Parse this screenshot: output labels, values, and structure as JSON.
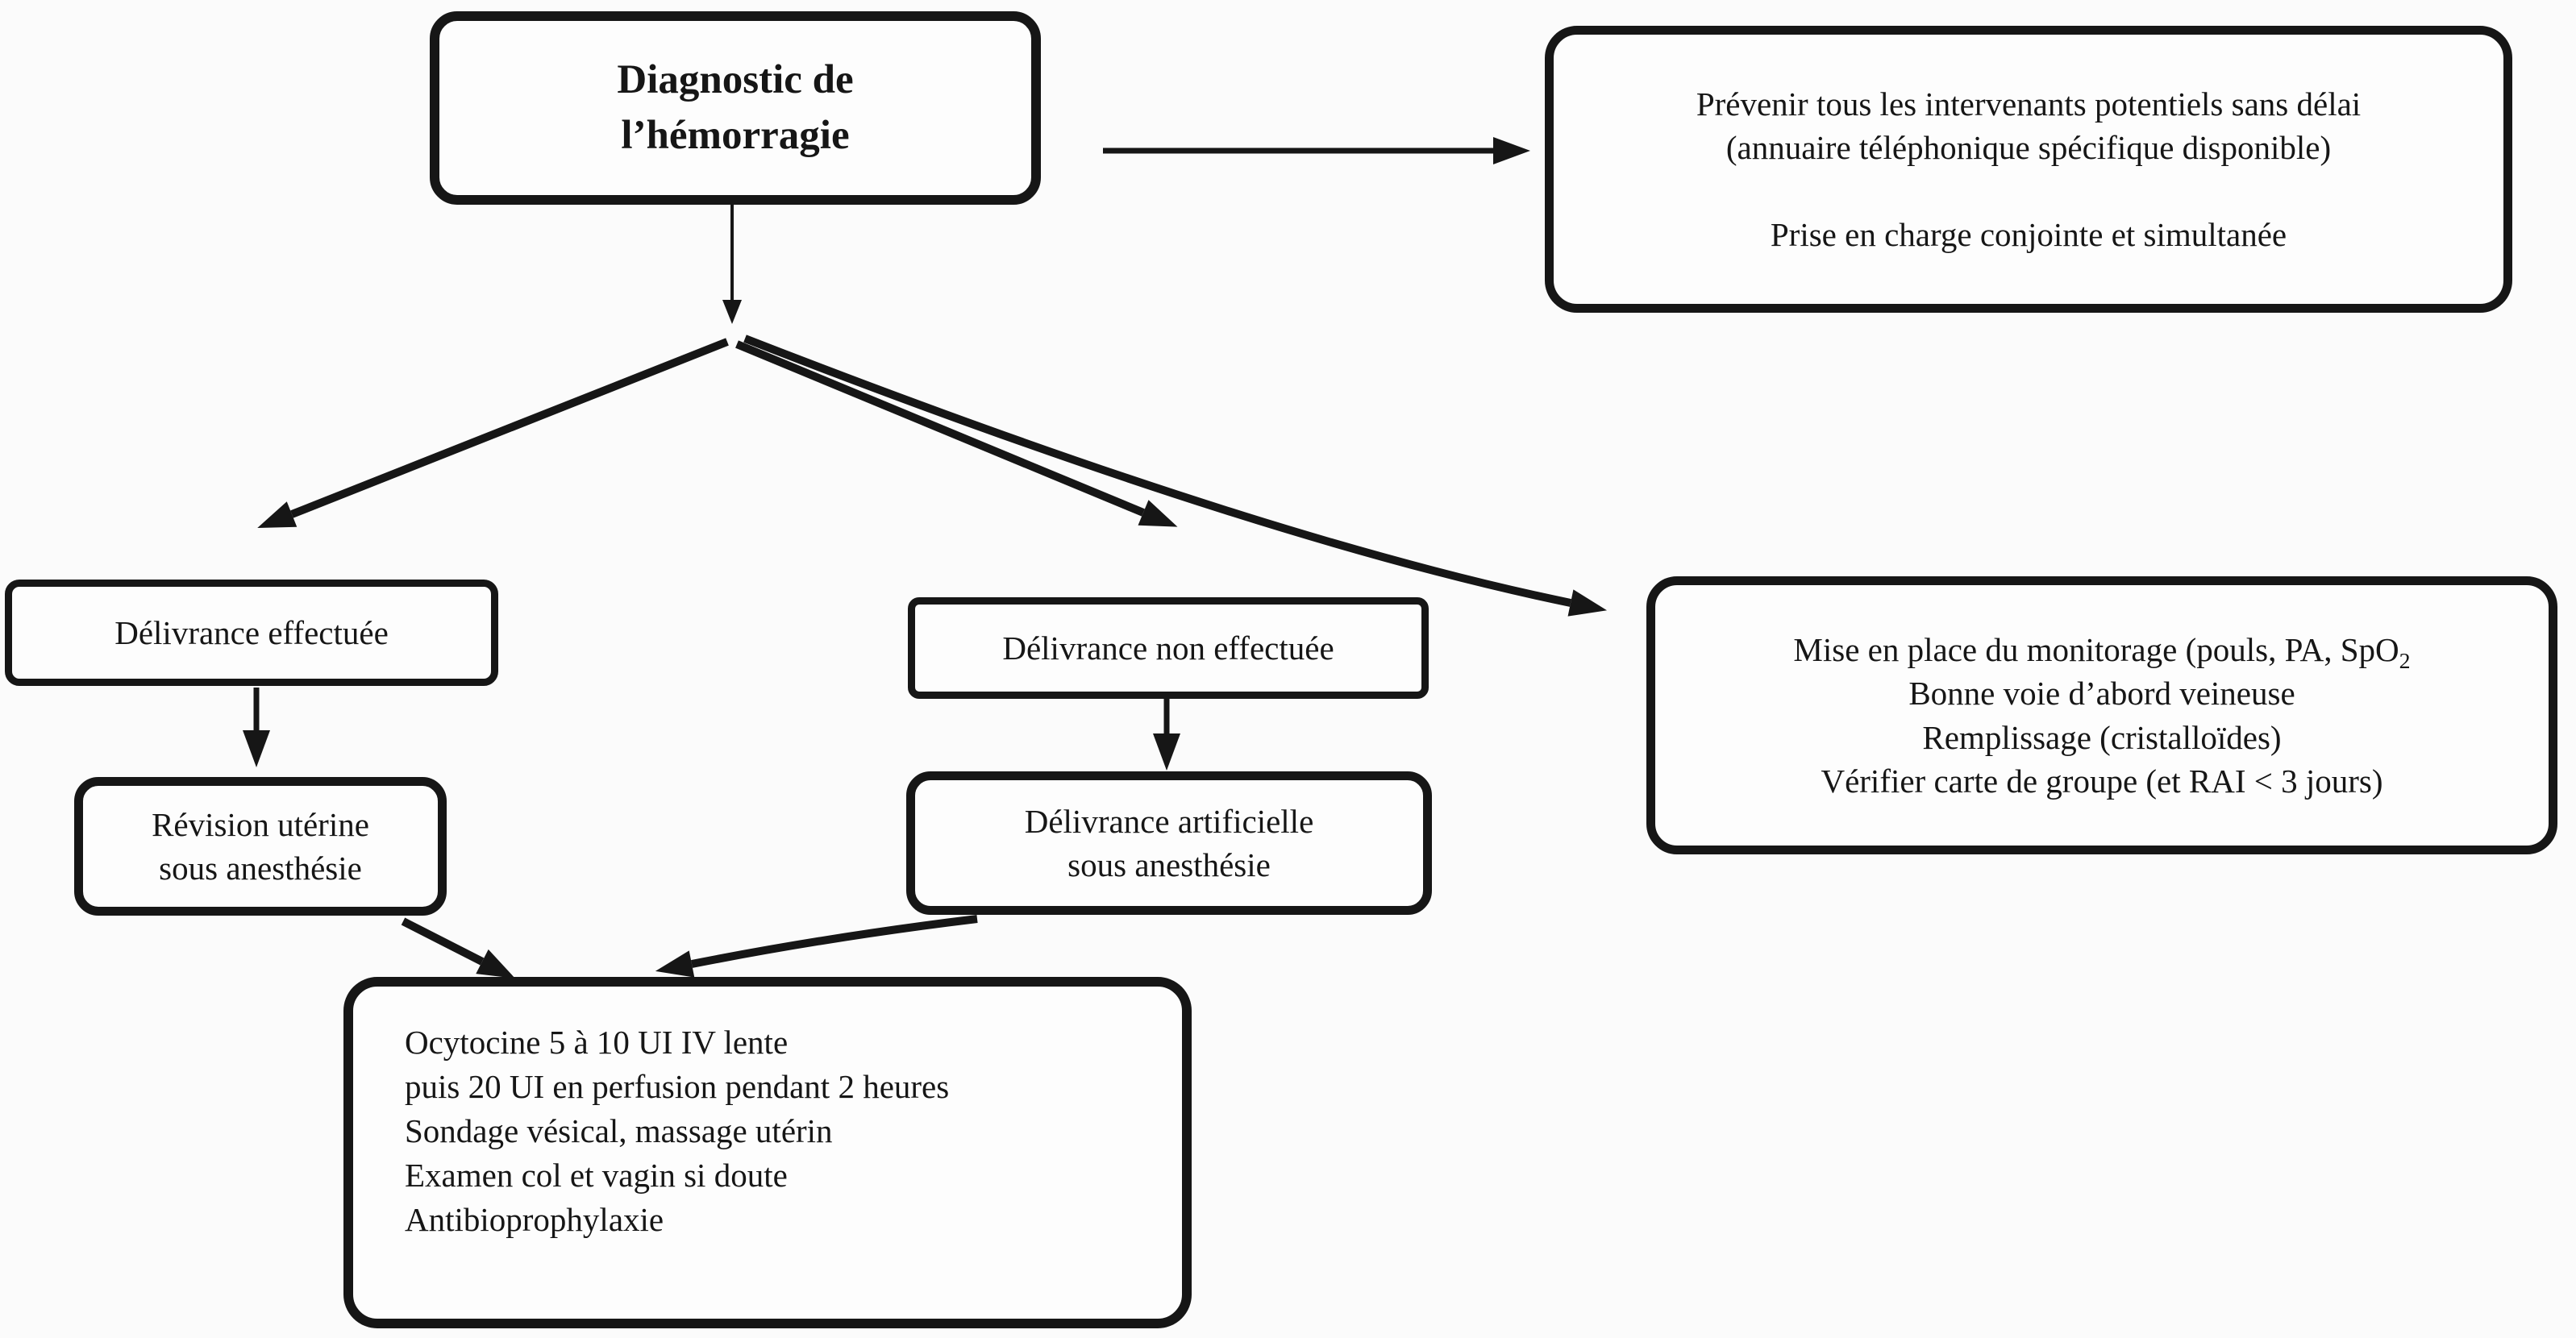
{
  "diagram": {
    "title_box": {
      "line1": "Diagnostic de",
      "line2": "l’hémorragie"
    },
    "prevenir_box": {
      "line1": "Prévenir tous les intervenants potentiels sans délai",
      "line2": "(annuaire téléphonique spécifique disponible)",
      "line3": "",
      "line4": "Prise en charge conjointe et simultanée"
    },
    "delivrance_effectuee_box": {
      "line1": "Délivrance effectuée"
    },
    "delivrance_non_effectuee_box": {
      "line1": "Délivrance non effectuée"
    },
    "monitorage_box": {
      "line1_main": "Mise en place du monitorage (pouls, PA, SpO",
      "line1_sub": "2",
      "line2": "Bonne voie d’abord veineuse",
      "line3": "Remplissage (cristalloïdes)",
      "line4": "Vérifier carte de groupe (et RAI < 3 jours)"
    },
    "revision_box": {
      "line1": "Révision utérine",
      "line2": "sous anesthésie"
    },
    "artificielle_box": {
      "line1": "Délivrance artificielle",
      "line2": "sous anesthésie"
    },
    "ocytocine_box": {
      "line1": "Ocytocine 5 à 10 UI IV lente",
      "line2": "puis 20 UI en perfusion pendant 2 heures",
      "line3": "Sondage vésical, massage utérin",
      "line4": "Examen col et vagin si doute",
      "line5": "Antibioprophylaxie"
    }
  }
}
